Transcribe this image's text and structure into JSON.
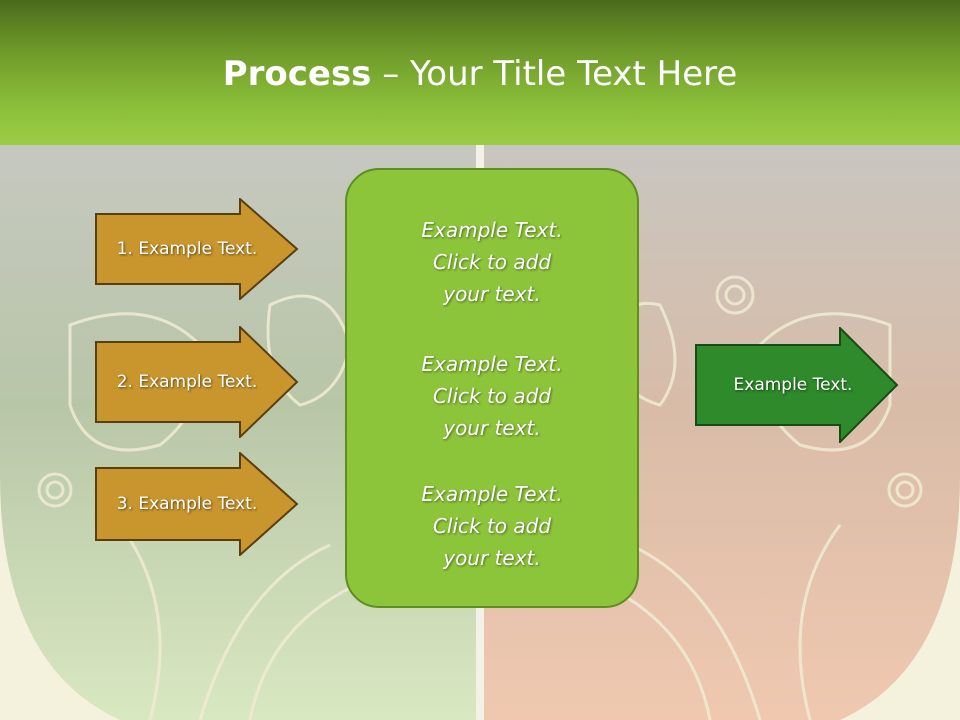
{
  "title": {
    "bold": "Process",
    "rest": " – Your Title Text Here"
  },
  "left_arrows": [
    {
      "label": "1. Example Text."
    },
    {
      "label": "2. Example Text."
    },
    {
      "label": "3. Example Text."
    }
  ],
  "center_blocks": [
    {
      "line1": "Example Text.",
      "line2": "Click  to add",
      "line3": "your text."
    },
    {
      "line1": "Example Text.",
      "line2": "Click  to add",
      "line3": "your text."
    },
    {
      "line1": "Example Text.",
      "line2": "Click  to add",
      "line3": "your text."
    }
  ],
  "right_arrow": {
    "label": "Example Text."
  },
  "colors": {
    "header_dark": "#4a6a1c",
    "header_light": "#9ccc44",
    "left_arrow_fill": "#c9962e",
    "left_arrow_stroke": "#5a3e10",
    "center_fill": "#8cc43a",
    "right_arrow_fill": "#2e8a2a",
    "right_arrow_stroke": "#1a4a16"
  }
}
